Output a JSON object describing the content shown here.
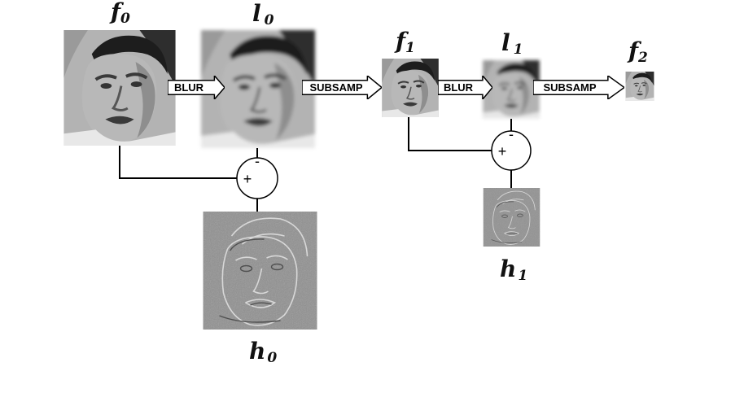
{
  "diagram": {
    "nodes": {
      "f0": {
        "base": "f",
        "index": "0"
      },
      "l0": {
        "base": "l",
        "index": "0"
      },
      "f1": {
        "base": "f",
        "index": "1"
      },
      "l1": {
        "base": "l",
        "index": "1"
      },
      "f2": {
        "base": "f",
        "index": "2"
      },
      "h0": {
        "base": "h",
        "index": "0"
      },
      "h1": {
        "base": "h",
        "index": "1"
      }
    },
    "arrows": {
      "blur0": "BLUR",
      "subsamp0": "SUBSAMP",
      "blur1": "BLUR",
      "subsamp1": "SUBSAMP"
    },
    "operators": {
      "sum0": {
        "plus": "+",
        "minus": "-"
      },
      "sum1": {
        "plus": "+",
        "minus": "-"
      }
    }
  }
}
